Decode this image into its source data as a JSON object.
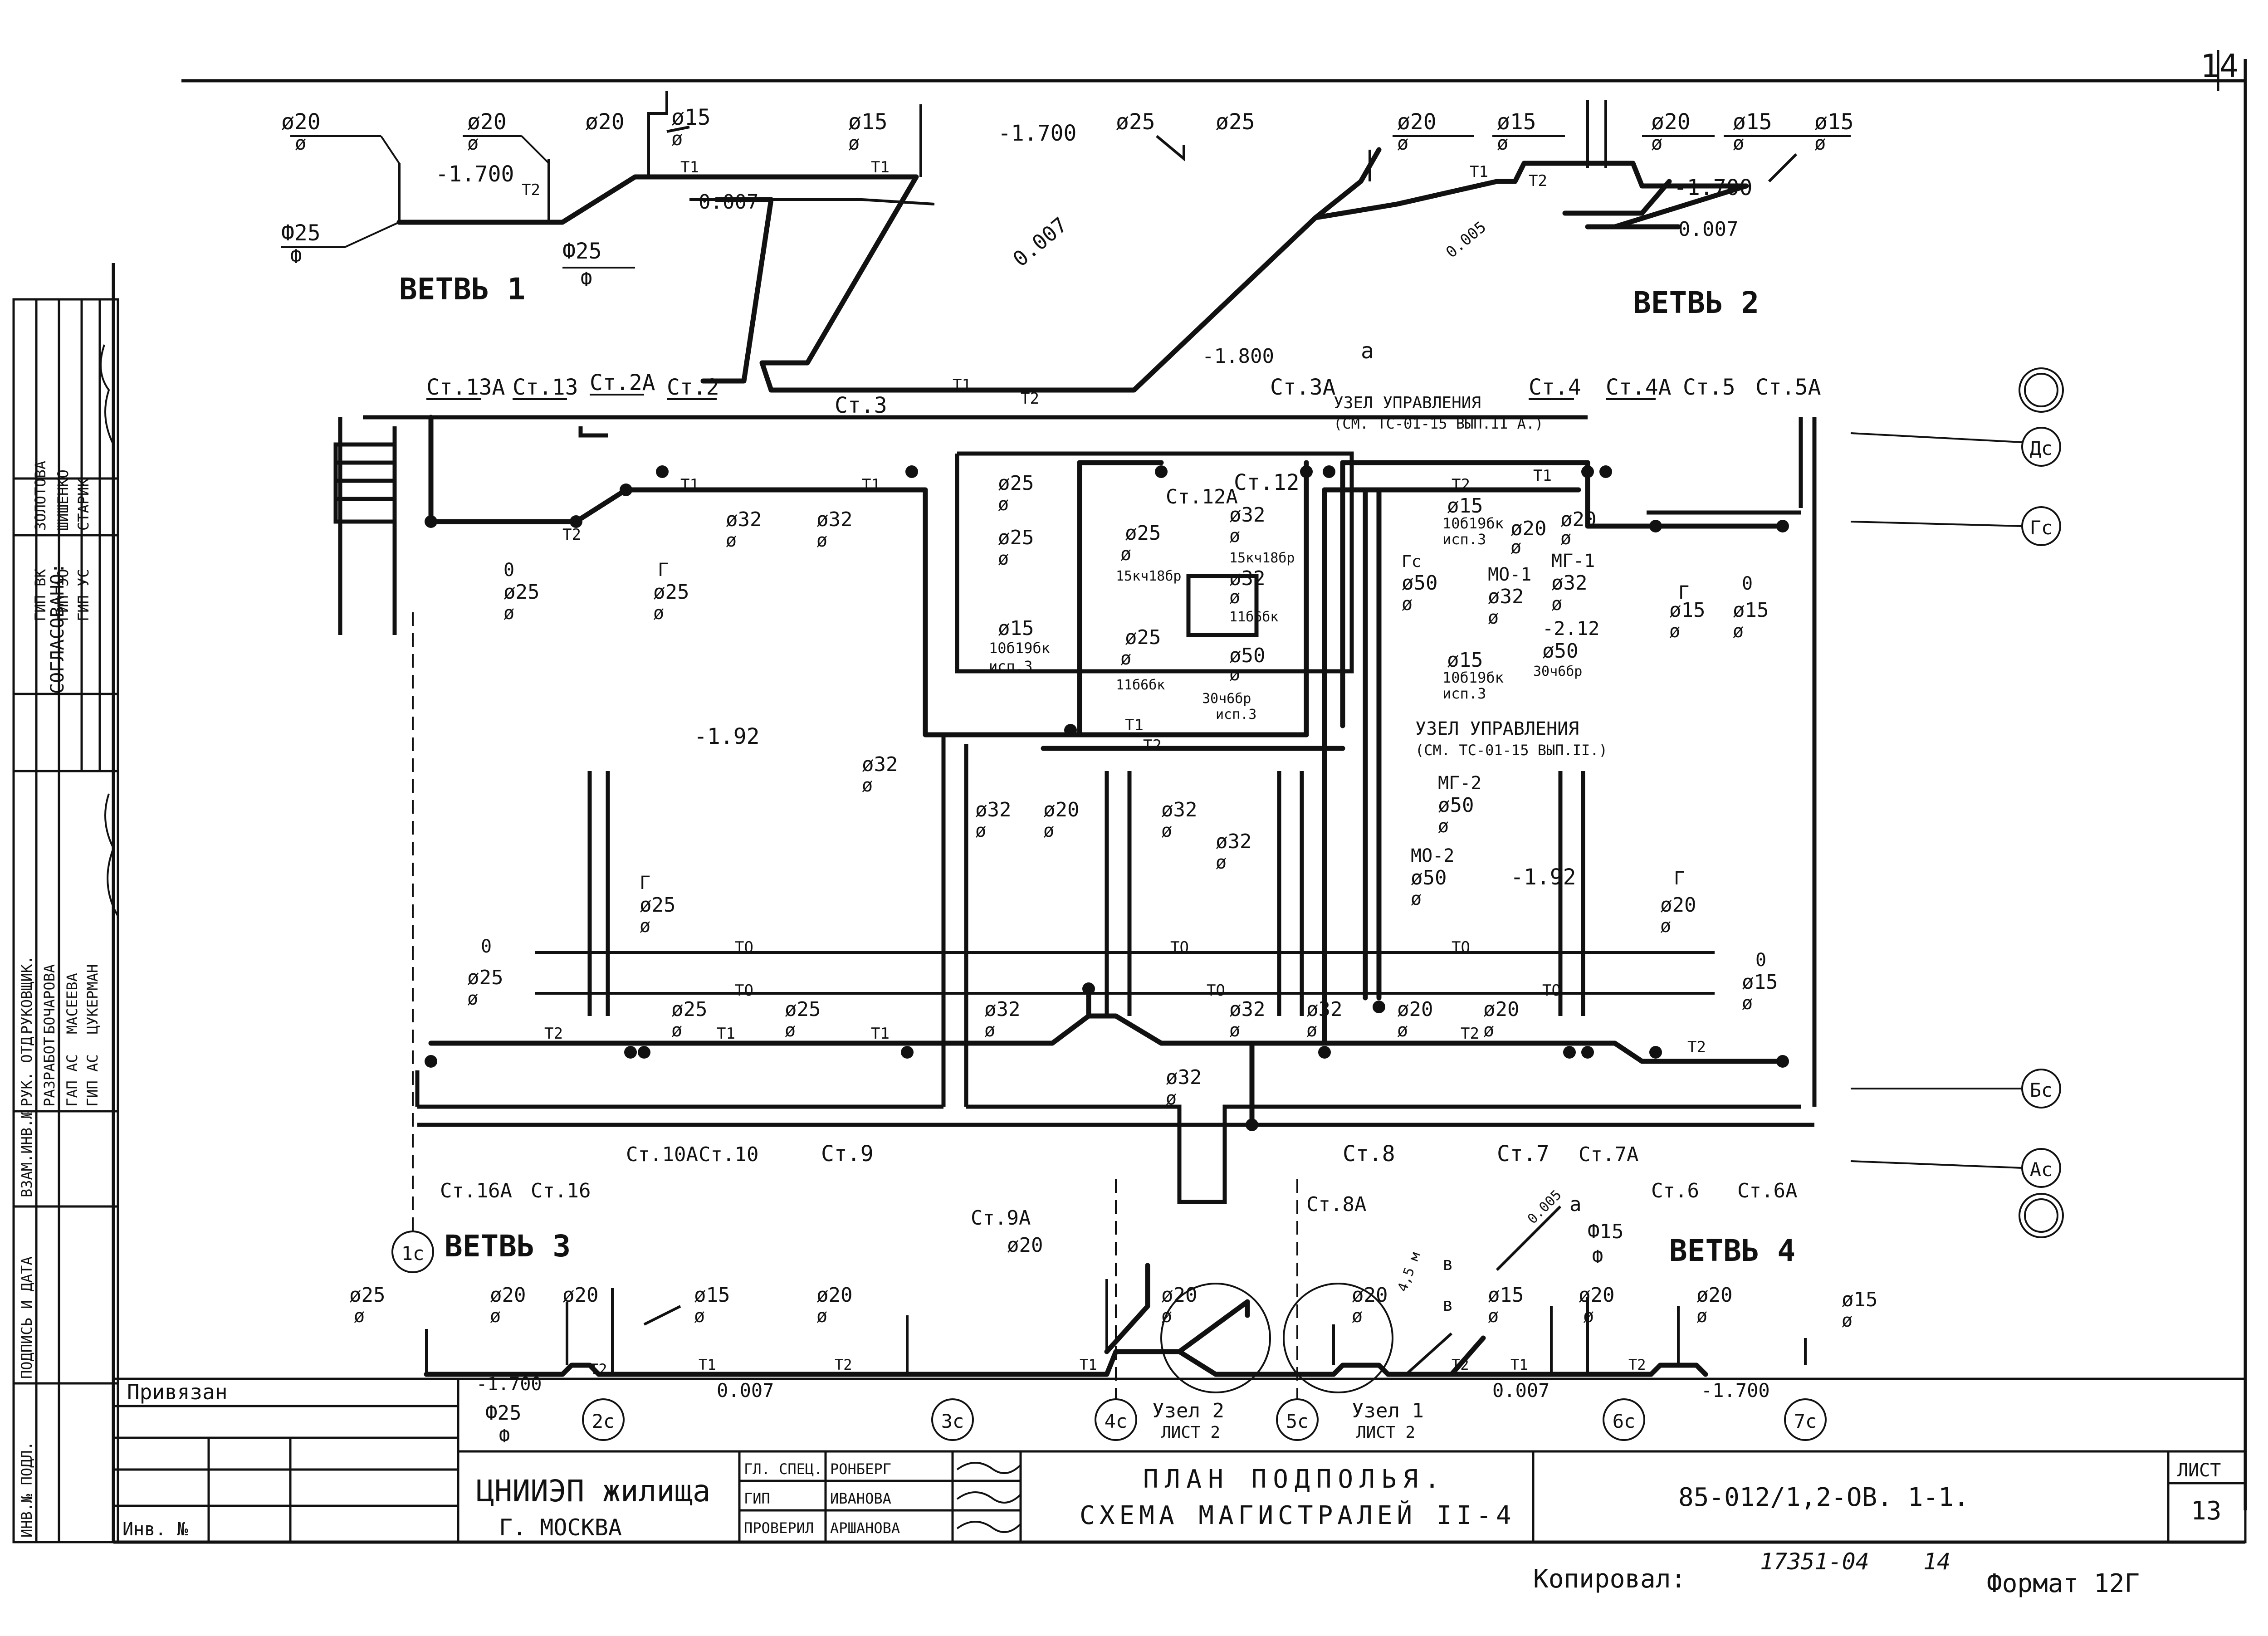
{
  "sheet_corner": "14",
  "branches": {
    "b1": "ВЕТВЬ 1",
    "b2": "ВЕТВЬ 2",
    "b3": "ВЕТВЬ 3",
    "b4": "ВЕТВЬ 4"
  },
  "risers": {
    "st13a": "Ст.13А",
    "st13": "Ст.13",
    "st2a": "Ст.2А",
    "st2": "Ст.2",
    "st3": "Ст.3",
    "st3a": "Ст.3А",
    "st12": "Ст.12",
    "st12a": "Ст.12А",
    "st4": "Ст.4",
    "st4a": "Ст.4А",
    "st5": "Ст.5",
    "st5a": "Ст.5А",
    "st16a": "Ст.16А",
    "st16": "Ст.16",
    "st10a": "Ст.10А",
    "st10": "Ст.10",
    "st9": "Ст.9",
    "st9a": "Ст.9А",
    "st8": "Ст.8",
    "st8a": "Ст.8А",
    "st7": "Ст.7",
    "st7a": "Ст.7А",
    "st6": "Ст.6",
    "st6a": "Ст.6А"
  },
  "units": {
    "u1_title": "УЗЕЛ УПРАВЛЕНИЯ",
    "u1_ref": "(СМ. ТС-01-15 ВЫП.II А.)",
    "u2_title": "УЗЕЛ УПРАВЛЕНИЯ",
    "u2_ref": "(СМ. ТС-01-15 ВЫП.II.)",
    "node2": "Узел 2",
    "node2_sheet": "ЛИСТ 2",
    "node1": "Узел 1",
    "node1_sheet": "ЛИСТ 2"
  },
  "levels": {
    "l1": "-1.700",
    "l2": "-1.700",
    "l3": "-1.800",
    "l4": "-1.700",
    "l5": "-1.92",
    "l6": "-1.92",
    "l7": "-1.700",
    "l8": "-1.700",
    "l9": "-2.12"
  },
  "slopes": {
    "s1": "0.007",
    "s2": "0.007",
    "s3": "0.007",
    "s4": "0.007",
    "s5": "0.007",
    "s6": "0.005",
    "s7": "0.005"
  },
  "axes": {
    "a1": "1с",
    "a2": "2с",
    "a3": "3с",
    "a4": "4с",
    "a5": "5с",
    "a6": "6с",
    "a7": "7с",
    "r1": "Дс",
    "r2": "Гс",
    "r3": "Бс",
    "r4": "Ас"
  },
  "pipe_codes": {
    "t1": "Т1",
    "t2": "Т2",
    "t0": "ТО"
  },
  "diam": {
    "d20": "ø20",
    "d25": "ø25",
    "d15": "ø15",
    "d32": "ø32",
    "d50": "ø50",
    "d25cap": "Ф25",
    "phi": "ø",
    "phicap": "Ф",
    "d15cap": "Ф15"
  },
  "marks": {
    "g": "Г",
    "zero": "0",
    "mg1": "МГ-1",
    "mo1": "МО-1",
    "mg2": "МГ-2",
    "mo2": "МО-2",
    "valve1": "10б19бк",
    "valve1_n": "исп.3",
    "valve2": "15кч18бр",
    "valve3": "11б6бк",
    "valve4": "30ч6бр",
    "valve4_n": "исп.3",
    "a": "а",
    "v": "в",
    "dim45": "4,5 м",
    "gs": "Гс"
  },
  "titleblock": {
    "approvals": [
      "СОГЛАСОВАНО:",
      "ГИП ВК",
      "ЗОЛОТОВА",
      "ГИП ЭО",
      "ШИШЕНКО",
      "ГИП УС",
      "СТАРИК"
    ],
    "staff": [
      "РУК. ОТД.",
      "РУКОВЩИК.",
      "РАЗРАБОТ.",
      "БОЧАРОВА",
      "ГАП АС",
      "МАСЕЕВА",
      "ГИП АС",
      "ЦУКЕРМАН"
    ],
    "side_fields": [
      "ВЗАМ.ИНВ.№",
      "ПОДПИСЬ И ДАТА",
      "ИНВ.№ ПОДЛ."
    ],
    "privyazan": "Привязан",
    "inv": "Инв. №",
    "org1": "ЦНИИЭП жилища",
    "org2": "Г. МОСКВА",
    "roles": [
      "ГЛ. СПЕЦ.",
      "ГИП",
      "ПРОВЕРИЛ"
    ],
    "names": [
      "РОНБЕРГ",
      "ИВАНОВА",
      "АРШАНОВА"
    ],
    "title1": "ПЛАН ПОДПОЛЬЯ.",
    "title2": "СХЕМА МАГИСТРАЛЕЙ II-4",
    "code": "85-012/1,2-ОВ. 1-1.",
    "sheet_label": "ЛИСТ",
    "sheet_no": "13",
    "copied": "Копировал:",
    "copied_no": "17351-04",
    "copied_sheet": "14",
    "format": "Формат 12Г"
  }
}
